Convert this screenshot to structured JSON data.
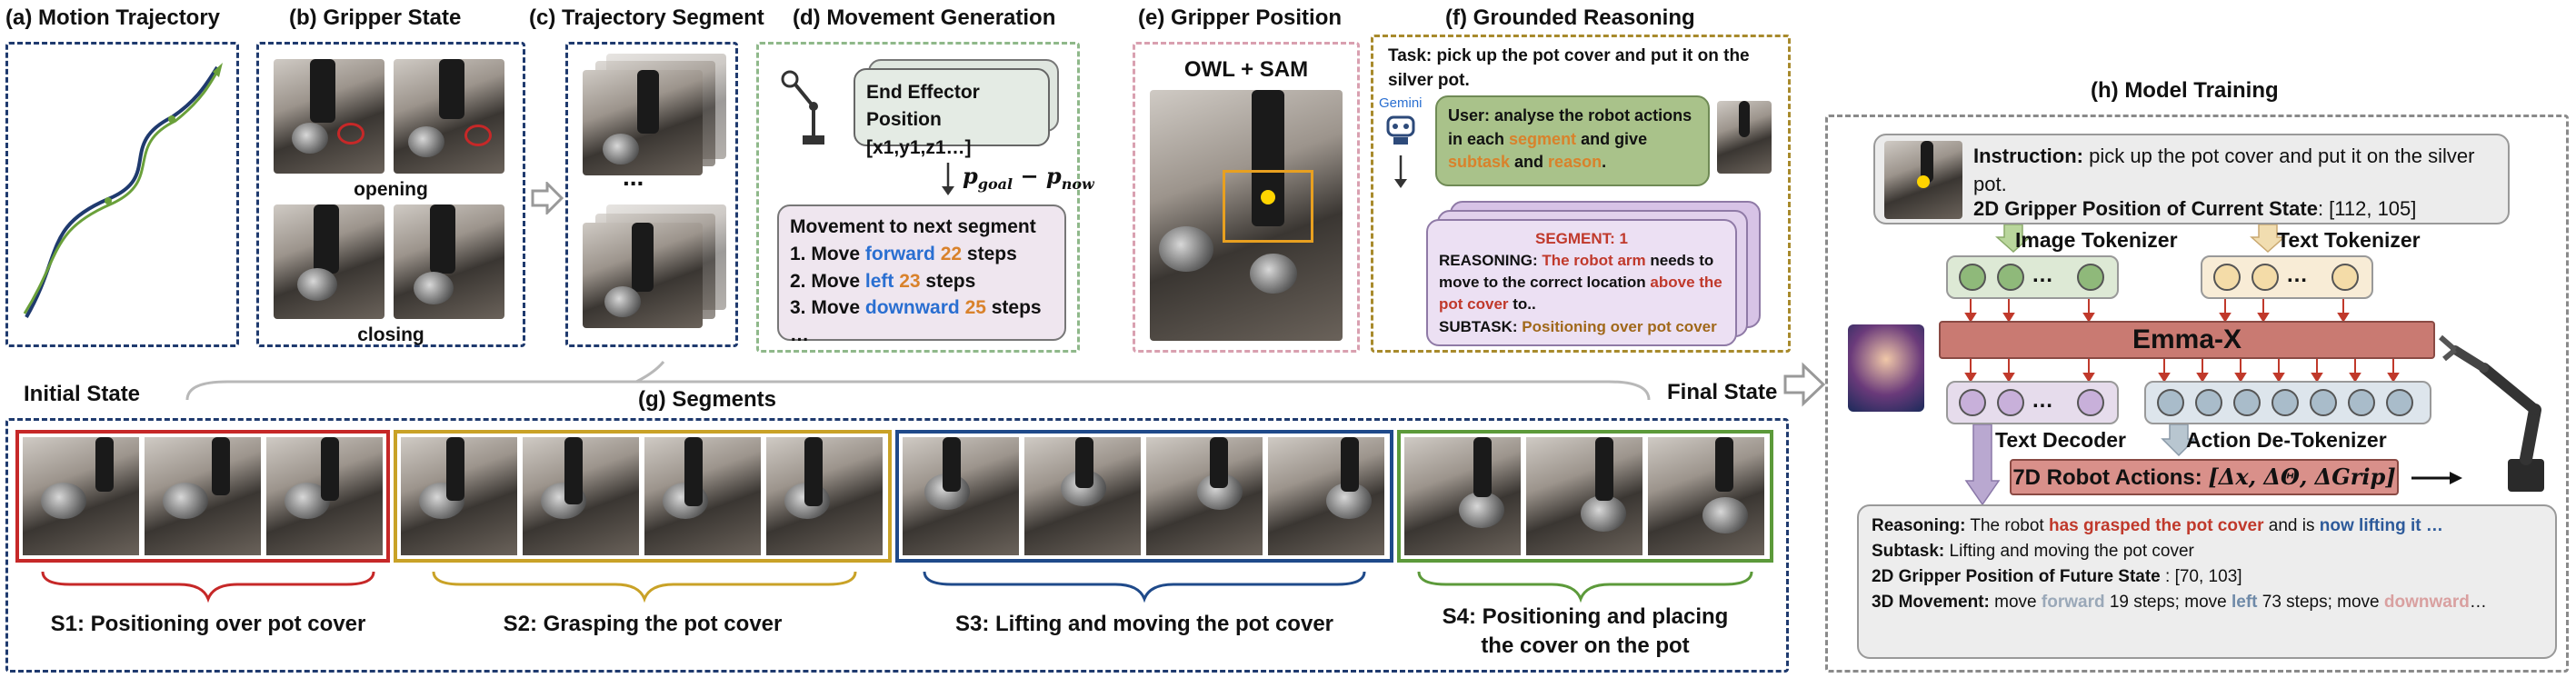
{
  "panels": {
    "a_title": "(a) Motion Trajectory",
    "b_title": "(b) Gripper State",
    "c_title": "(c) Trajectory Segment",
    "d_title": "(d) Movement Generation",
    "e_title": "(e) Gripper Position",
    "f_title": "(f) Grounded Reasoning",
    "g_title": "(g) Segments",
    "h_title": "(h) Model Training"
  },
  "gripper": {
    "opening": "opening",
    "closing": "closing"
  },
  "segment_dots": "...",
  "movement": {
    "effector_title": "End Effector Position",
    "effector_value": "[x1,y1,z1…]",
    "formula_a": "p",
    "formula_a_sub": "goal",
    "formula_minus": " − ",
    "formula_b": "p",
    "formula_b_sub": "now",
    "next_title": "Movement to next segment",
    "step1_pre": "1.  Move ",
    "step1_dir": "forward",
    "step1_num": "22",
    "step1_post": " steps",
    "step2_pre": "2.  Move ",
    "step2_dir": "left",
    "step2_num": "23",
    "step2_post": " steps",
    "step3_pre": "3.  Move ",
    "step3_dir": "downward",
    "step3_num": "25",
    "step3_post": " steps",
    "ellipsis": "…"
  },
  "position": {
    "label": "OWL + SAM"
  },
  "reasoning": {
    "task": "Task: pick up the pot cover and put it on the silver pot.",
    "gemini": "Gemini",
    "user_pre": "User: analyse the robot actions in each ",
    "user_seg": "segment",
    "user_mid": " and give ",
    "user_sub": "subtask",
    "user_and": " and ",
    "user_reason": "reason",
    "user_end": ".",
    "seg_header": "SEGMENT: 1",
    "r_pre": "REASONING: ",
    "r_hl1": "The robot arm",
    "r_mid": " needs to move to the correct location ",
    "r_hl2": "above the pot cover",
    "r_end": " to..",
    "sub_pre": "SUBTASK: ",
    "sub_hl": "Positioning over pot cover"
  },
  "segments": {
    "initial": "Initial State",
    "final": "Final State",
    "s1": "S1: Positioning over pot cover",
    "s2": "S2: Grasping the pot cover",
    "s3": "S3: Lifting and moving the pot cover",
    "s4_line1": "S4: Positioning and placing",
    "s4_line2": "the cover on the pot"
  },
  "training": {
    "instr_label": "Instruction:",
    "instr_text": " pick up the pot cover and put it on the silver pot.",
    "pos_label": "2D Gripper Position of Current State",
    "pos_value": ": [112, 105]",
    "image_tok": "Image Tokenizer",
    "text_tok": "Text Tokenizer",
    "model": "Emma-X",
    "text_dec": "Text Decoder",
    "action_detok": "Action De-Tokenizer",
    "actions_label": "7D Robot Actions: ",
    "actions_formula": "[Δx, ΔΘ, ΔGrip]",
    "dots": "…",
    "out_reason_label": "Reasoning:",
    "out_reason_pre": " The robot ",
    "out_reason_hl": "has grasped the pot cover",
    "out_reason_mid": " and is ",
    "out_reason_hl2": "now lifting it …",
    "out_sub_label": "Subtask:",
    "out_sub_text": " Lifting and moving the pot cover",
    "out_pos_label": "2D Gripper Position of Future State",
    "out_pos_text": " : [70, 103]",
    "out_move_label": "3D Movement:",
    "out_move_a": " move ",
    "out_move_fwd": "forward",
    "out_move_b": " 19 steps; move ",
    "out_move_left": "left",
    "out_move_c": " 73 steps; move ",
    "out_move_down": "downward",
    "out_move_d": "…"
  },
  "colors": {
    "navy": "#1f3a6e",
    "green_dash": "#7fa86a",
    "pink_dash": "#d9a0b0",
    "gold_dash": "#a88a2c",
    "grey_dash": "#8a8a8a",
    "s1": "#c62828",
    "s2": "#c9a227",
    "s3": "#1f4a8a",
    "s4": "#5c9a3a",
    "blue_text": "#2a6fd1",
    "orange_text": "#d9822b",
    "red_text": "#c0392b",
    "emma": "#c97a72"
  }
}
